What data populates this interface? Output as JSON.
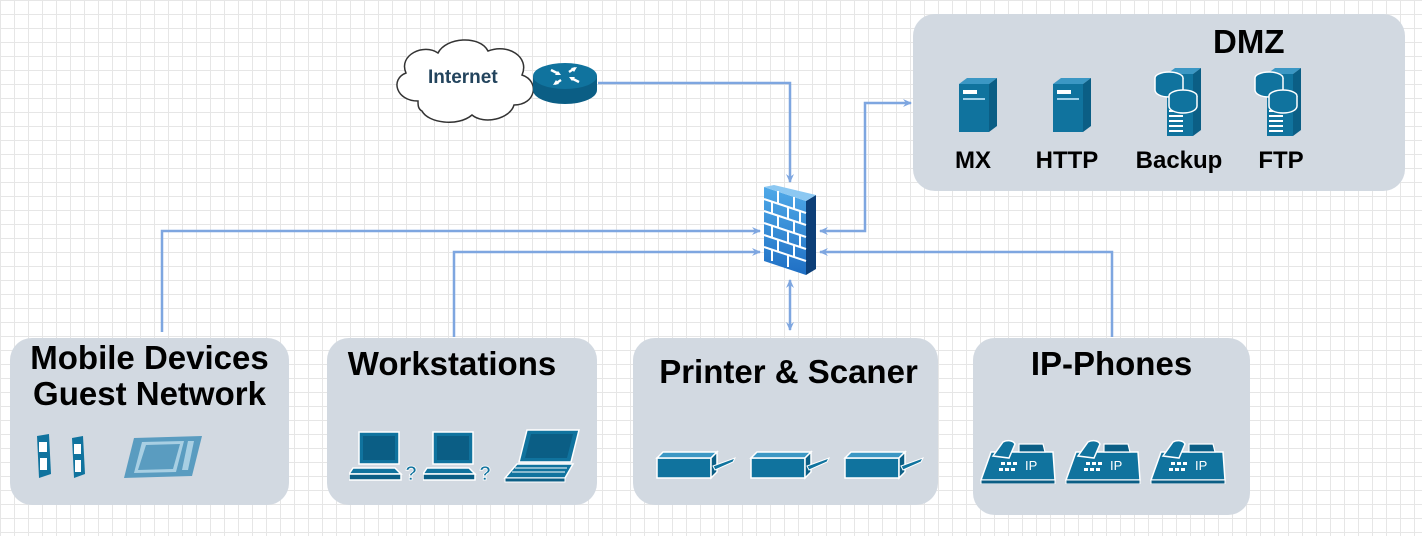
{
  "internet": {
    "label": "Internet"
  },
  "dmz": {
    "title": "DMZ",
    "servers": [
      {
        "label": "MX",
        "icon": "server-icon"
      },
      {
        "label": "HTTP",
        "icon": "server-icon"
      },
      {
        "label": "Backup",
        "icon": "storage-server-icon"
      },
      {
        "label": "FTP",
        "icon": "storage-server-icon"
      }
    ]
  },
  "zones": {
    "mobile": {
      "title_line1": "Mobile Devices",
      "title_line2": "Guest Network"
    },
    "workstations": {
      "title": "Workstations"
    },
    "printers": {
      "title": "Printer & Scaner"
    },
    "phones": {
      "title": "IP-Phones",
      "phone_label": "IP"
    }
  },
  "colors": {
    "zone_fill": "#d2d9e1",
    "device_blue": "#10739e",
    "link_blue": "#7ea6e0",
    "text_dark": "#000000"
  }
}
